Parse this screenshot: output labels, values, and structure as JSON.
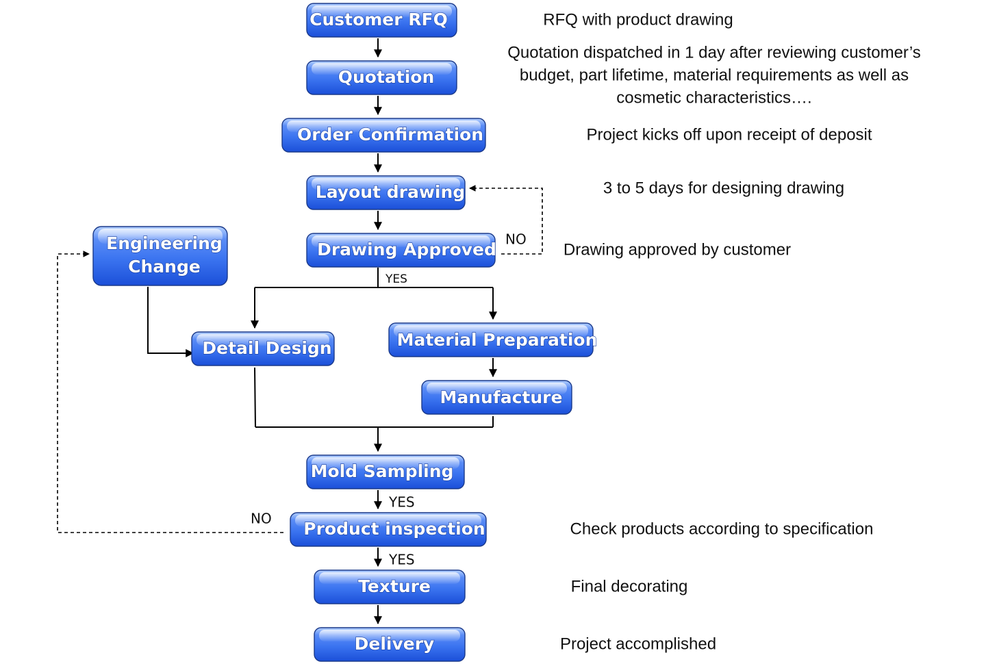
{
  "nodes": {
    "customer_rfq": "Customer RFQ",
    "quotation": "Quotation",
    "order_confirmation": "Order Confirmation",
    "layout_drawing": "Layout drawing",
    "drawing_approved": "Drawing Approved",
    "engineering_change": [
      "Engineering",
      "Change"
    ],
    "detail_design": "Detail Design",
    "material_preparation": "Material Preparation",
    "manufacture": "Manufacture",
    "mold_sampling": "Mold Sampling",
    "product_inspection": "Product inspection",
    "texture": "Texture",
    "delivery": "Delivery"
  },
  "notes": {
    "rfq": "RFQ with product drawing",
    "quotation": [
      "Quotation dispatched in 1 day after reviewing customer’s",
      "budget, part lifetime, material requirements as well as",
      "cosmetic characteristics…."
    ],
    "order": "Project kicks off upon receipt of deposit",
    "layout": "3 to 5 days for designing drawing",
    "approved": "Drawing approved by customer",
    "inspection": "Check products according to specification",
    "texture": "Final decorating",
    "delivery": "Project accomplished"
  },
  "branches": {
    "approved_no": "NO",
    "approved_yes": "YES",
    "sampling_yes": "YES",
    "inspection_no": "NO",
    "inspection_yes": "YES"
  },
  "colors": {
    "box_top": "#a9c8ff",
    "box_mid": "#3f78f2",
    "box_bottom": "#1d4fd6",
    "box_border": "#1b3a8a",
    "line": "#000000"
  }
}
